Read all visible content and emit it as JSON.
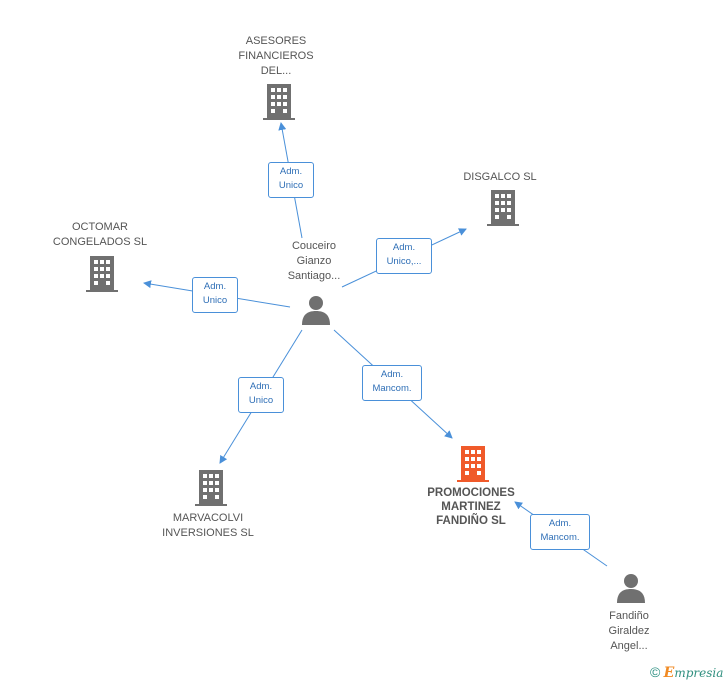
{
  "nodes": {
    "asesores": [
      "ASESORES",
      "FINANCIEROS",
      "DEL..."
    ],
    "disgalco": [
      "DISGALCO SL"
    ],
    "octomar": [
      "OCTOMAR",
      "CONGELADOS SL"
    ],
    "couceiro": [
      "Couceiro",
      "Gianzo",
      "Santiago..."
    ],
    "marvacolvi": [
      "MARVACOLVI",
      "INVERSIONES SL"
    ],
    "promociones": [
      "PROMOCIONES",
      "MARTINEZ",
      "FANDIÑO SL"
    ],
    "fandino": [
      "Fandiño",
      "Giraldez",
      "Angel..."
    ]
  },
  "edges": {
    "to_asesores": [
      "Adm.",
      "Unico"
    ],
    "to_disgalco": [
      "Adm.",
      "Unico,..."
    ],
    "to_octomar": [
      "Adm.",
      "Unico"
    ],
    "to_marvacolvi": [
      "Adm.",
      "Unico"
    ],
    "to_promociones": [
      "Adm.",
      "Mancom."
    ],
    "fandino_to_promociones": [
      "Adm.",
      "Mancom."
    ]
  },
  "colors": {
    "edge": "#4a90d9",
    "company_icon": "#707070",
    "main_company_icon": "#f05a2a",
    "person_icon": "#707070"
  },
  "footer": {
    "copyright": "©",
    "brand_initial": "E",
    "brand_rest": "mpresia"
  }
}
